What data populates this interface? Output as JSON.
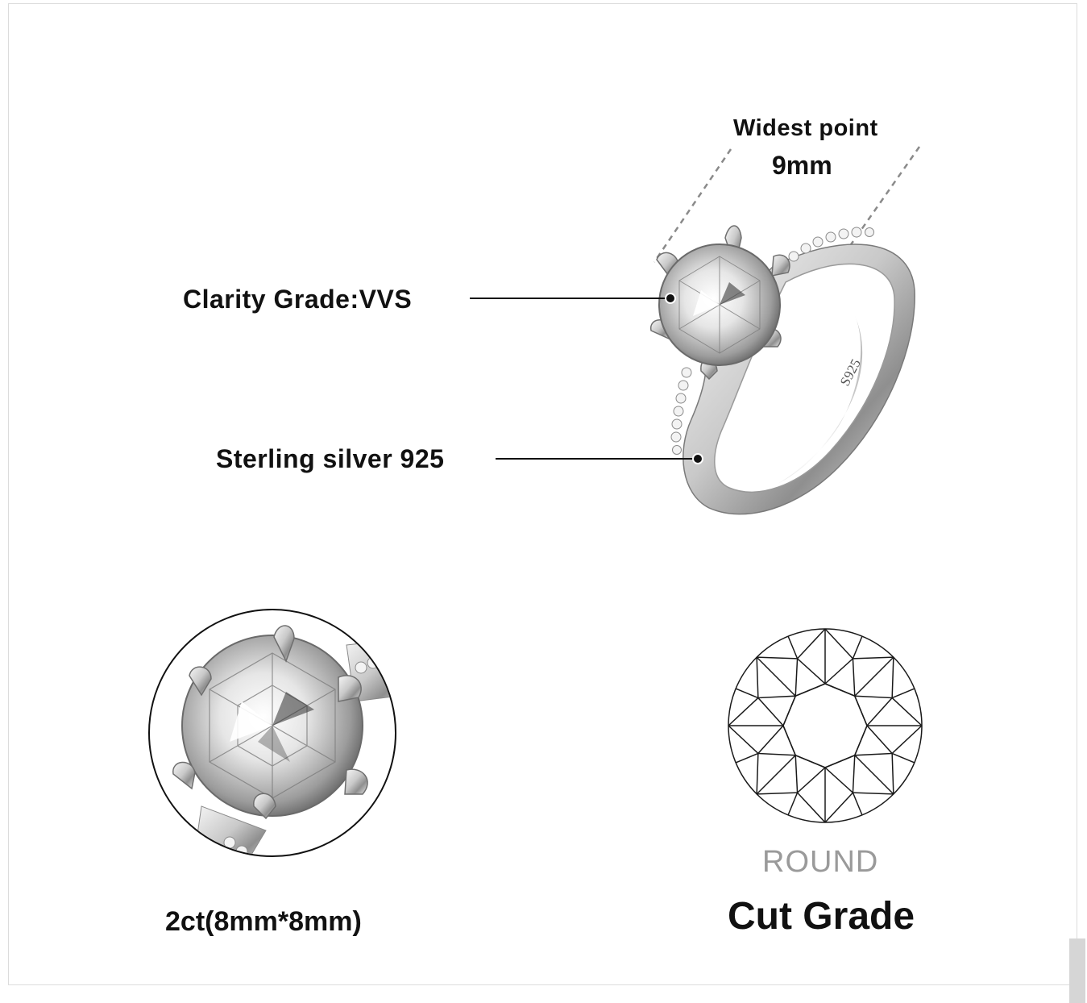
{
  "dimension": {
    "title": "Widest point",
    "value": "9mm"
  },
  "callouts": {
    "clarity": "Clarity Grade:VVS",
    "material": "Sterling silver 925"
  },
  "ring": {
    "engraving": "S925"
  },
  "stone": {
    "size": "2ct(8mm*8mm)",
    "shape": "ROUND",
    "cut_title": "Cut Grade"
  }
}
